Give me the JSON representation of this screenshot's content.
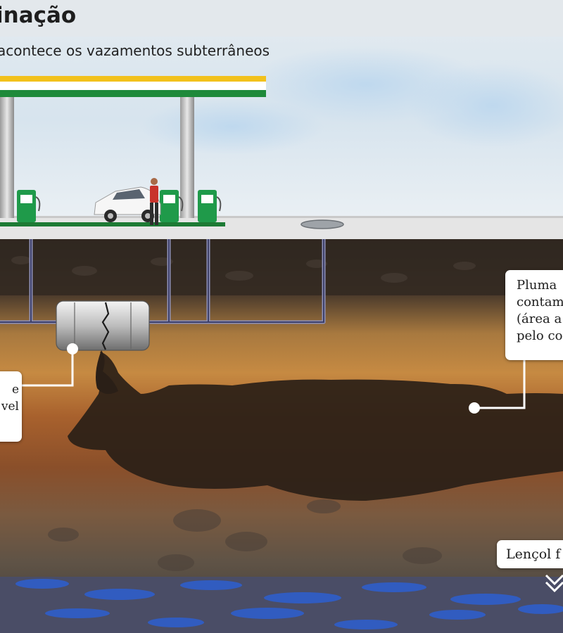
{
  "header": {
    "title": "inação",
    "subtitle": "acontece os vazamentos subterrâneos"
  },
  "callouts": {
    "tank": {
      "lines": [
        "e",
        "vel"
      ]
    },
    "plume": {
      "lines": [
        "Pluma",
        "contam",
        "(área a",
        "pelo co"
      ]
    },
    "groundwater": {
      "label": "Lençol f"
    }
  },
  "colors": {
    "sky": "#dfe8ef",
    "canopy_green": "#1e8a3a",
    "canopy_yellow": "#f2c11c",
    "pump_green": "#1f9a4a",
    "pipe": "#8c8fb8",
    "contamination": "#2a1f17",
    "water_blue": "#2d5fd0"
  }
}
